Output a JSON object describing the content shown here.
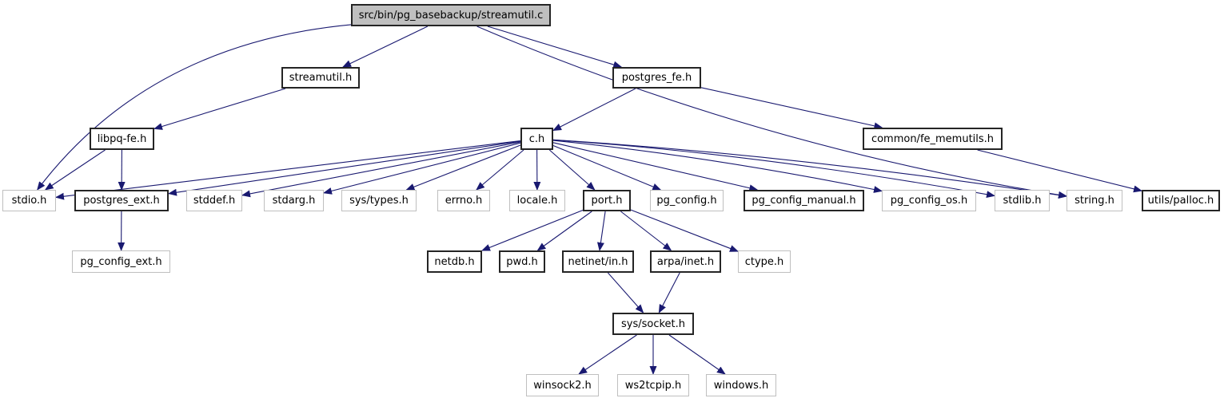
{
  "diagram": {
    "kind": "include-dependency-graph",
    "colors": {
      "edge": "#191970",
      "text": "#000000",
      "node_fill": "#ffffff",
      "root_fill": "#bfbfbf",
      "doc_border": "#252525",
      "plain_border": "#bfbfbf"
    },
    "nodes": [
      {
        "id": "streamutil_c",
        "label": "src/bin/pg_basebackup/streamutil.c",
        "type": "root"
      },
      {
        "id": "streamutil_h",
        "label": "streamutil.h",
        "type": "doc"
      },
      {
        "id": "postgres_fe_h",
        "label": "postgres_fe.h",
        "type": "doc"
      },
      {
        "id": "libpq_fe_h",
        "label": "libpq-fe.h",
        "type": "doc"
      },
      {
        "id": "c_h",
        "label": "c.h",
        "type": "doc"
      },
      {
        "id": "common_fe_memutils_h",
        "label": "common/fe_memutils.h",
        "type": "doc"
      },
      {
        "id": "stdio_h",
        "label": "stdio.h",
        "type": "plain"
      },
      {
        "id": "postgres_ext_h",
        "label": "postgres_ext.h",
        "type": "doc"
      },
      {
        "id": "stddef_h",
        "label": "stddef.h",
        "type": "plain"
      },
      {
        "id": "stdarg_h",
        "label": "stdarg.h",
        "type": "plain"
      },
      {
        "id": "sys_types_h",
        "label": "sys/types.h",
        "type": "plain"
      },
      {
        "id": "errno_h",
        "label": "errno.h",
        "type": "plain"
      },
      {
        "id": "locale_h",
        "label": "locale.h",
        "type": "plain"
      },
      {
        "id": "port_h",
        "label": "port.h",
        "type": "doc"
      },
      {
        "id": "pg_config_h",
        "label": "pg_config.h",
        "type": "plain"
      },
      {
        "id": "pg_config_manual_h",
        "label": "pg_config_manual.h",
        "type": "doc"
      },
      {
        "id": "pg_config_os_h",
        "label": "pg_config_os.h",
        "type": "plain"
      },
      {
        "id": "stdlib_h",
        "label": "stdlib.h",
        "type": "plain"
      },
      {
        "id": "string_h",
        "label": "string.h",
        "type": "plain"
      },
      {
        "id": "utils_palloc_h",
        "label": "utils/palloc.h",
        "type": "doc"
      },
      {
        "id": "pg_config_ext_h",
        "label": "pg_config_ext.h",
        "type": "plain"
      },
      {
        "id": "netdb_h",
        "label": "netdb.h",
        "type": "doc"
      },
      {
        "id": "pwd_h",
        "label": "pwd.h",
        "type": "doc"
      },
      {
        "id": "netinet_in_h",
        "label": "netinet/in.h",
        "type": "doc"
      },
      {
        "id": "arpa_inet_h",
        "label": "arpa/inet.h",
        "type": "doc"
      },
      {
        "id": "ctype_h",
        "label": "ctype.h",
        "type": "plain"
      },
      {
        "id": "sys_socket_h",
        "label": "sys/socket.h",
        "type": "doc"
      },
      {
        "id": "winsock2_h",
        "label": "winsock2.h",
        "type": "plain"
      },
      {
        "id": "ws2tcpip_h",
        "label": "ws2tcpip.h",
        "type": "plain"
      },
      {
        "id": "windows_h",
        "label": "windows.h",
        "type": "plain"
      }
    ],
    "edges": [
      {
        "from": "streamutil_c",
        "to": "streamutil_h"
      },
      {
        "from": "streamutil_c",
        "to": "postgres_fe_h"
      },
      {
        "from": "streamutil_c",
        "to": "stdio_h"
      },
      {
        "from": "streamutil_c",
        "to": "string_h"
      },
      {
        "from": "streamutil_h",
        "to": "libpq_fe_h"
      },
      {
        "from": "postgres_fe_h",
        "to": "c_h"
      },
      {
        "from": "postgres_fe_h",
        "to": "common_fe_memutils_h"
      },
      {
        "from": "libpq_fe_h",
        "to": "stdio_h"
      },
      {
        "from": "libpq_fe_h",
        "to": "postgres_ext_h"
      },
      {
        "from": "postgres_ext_h",
        "to": "pg_config_ext_h"
      },
      {
        "from": "common_fe_memutils_h",
        "to": "utils_palloc_h"
      },
      {
        "from": "c_h",
        "to": "stdio_h"
      },
      {
        "from": "c_h",
        "to": "postgres_ext_h"
      },
      {
        "from": "c_h",
        "to": "stddef_h"
      },
      {
        "from": "c_h",
        "to": "stdarg_h"
      },
      {
        "from": "c_h",
        "to": "sys_types_h"
      },
      {
        "from": "c_h",
        "to": "errno_h"
      },
      {
        "from": "c_h",
        "to": "locale_h"
      },
      {
        "from": "c_h",
        "to": "port_h"
      },
      {
        "from": "c_h",
        "to": "pg_config_h"
      },
      {
        "from": "c_h",
        "to": "pg_config_manual_h"
      },
      {
        "from": "c_h",
        "to": "pg_config_os_h"
      },
      {
        "from": "c_h",
        "to": "stdlib_h"
      },
      {
        "from": "c_h",
        "to": "string_h"
      },
      {
        "from": "port_h",
        "to": "netdb_h"
      },
      {
        "from": "port_h",
        "to": "pwd_h"
      },
      {
        "from": "port_h",
        "to": "netinet_in_h"
      },
      {
        "from": "port_h",
        "to": "arpa_inet_h"
      },
      {
        "from": "port_h",
        "to": "ctype_h"
      },
      {
        "from": "netinet_in_h",
        "to": "sys_socket_h"
      },
      {
        "from": "arpa_inet_h",
        "to": "sys_socket_h"
      },
      {
        "from": "sys_socket_h",
        "to": "winsock2_h"
      },
      {
        "from": "sys_socket_h",
        "to": "ws2tcpip_h"
      },
      {
        "from": "sys_socket_h",
        "to": "windows_h"
      }
    ]
  }
}
